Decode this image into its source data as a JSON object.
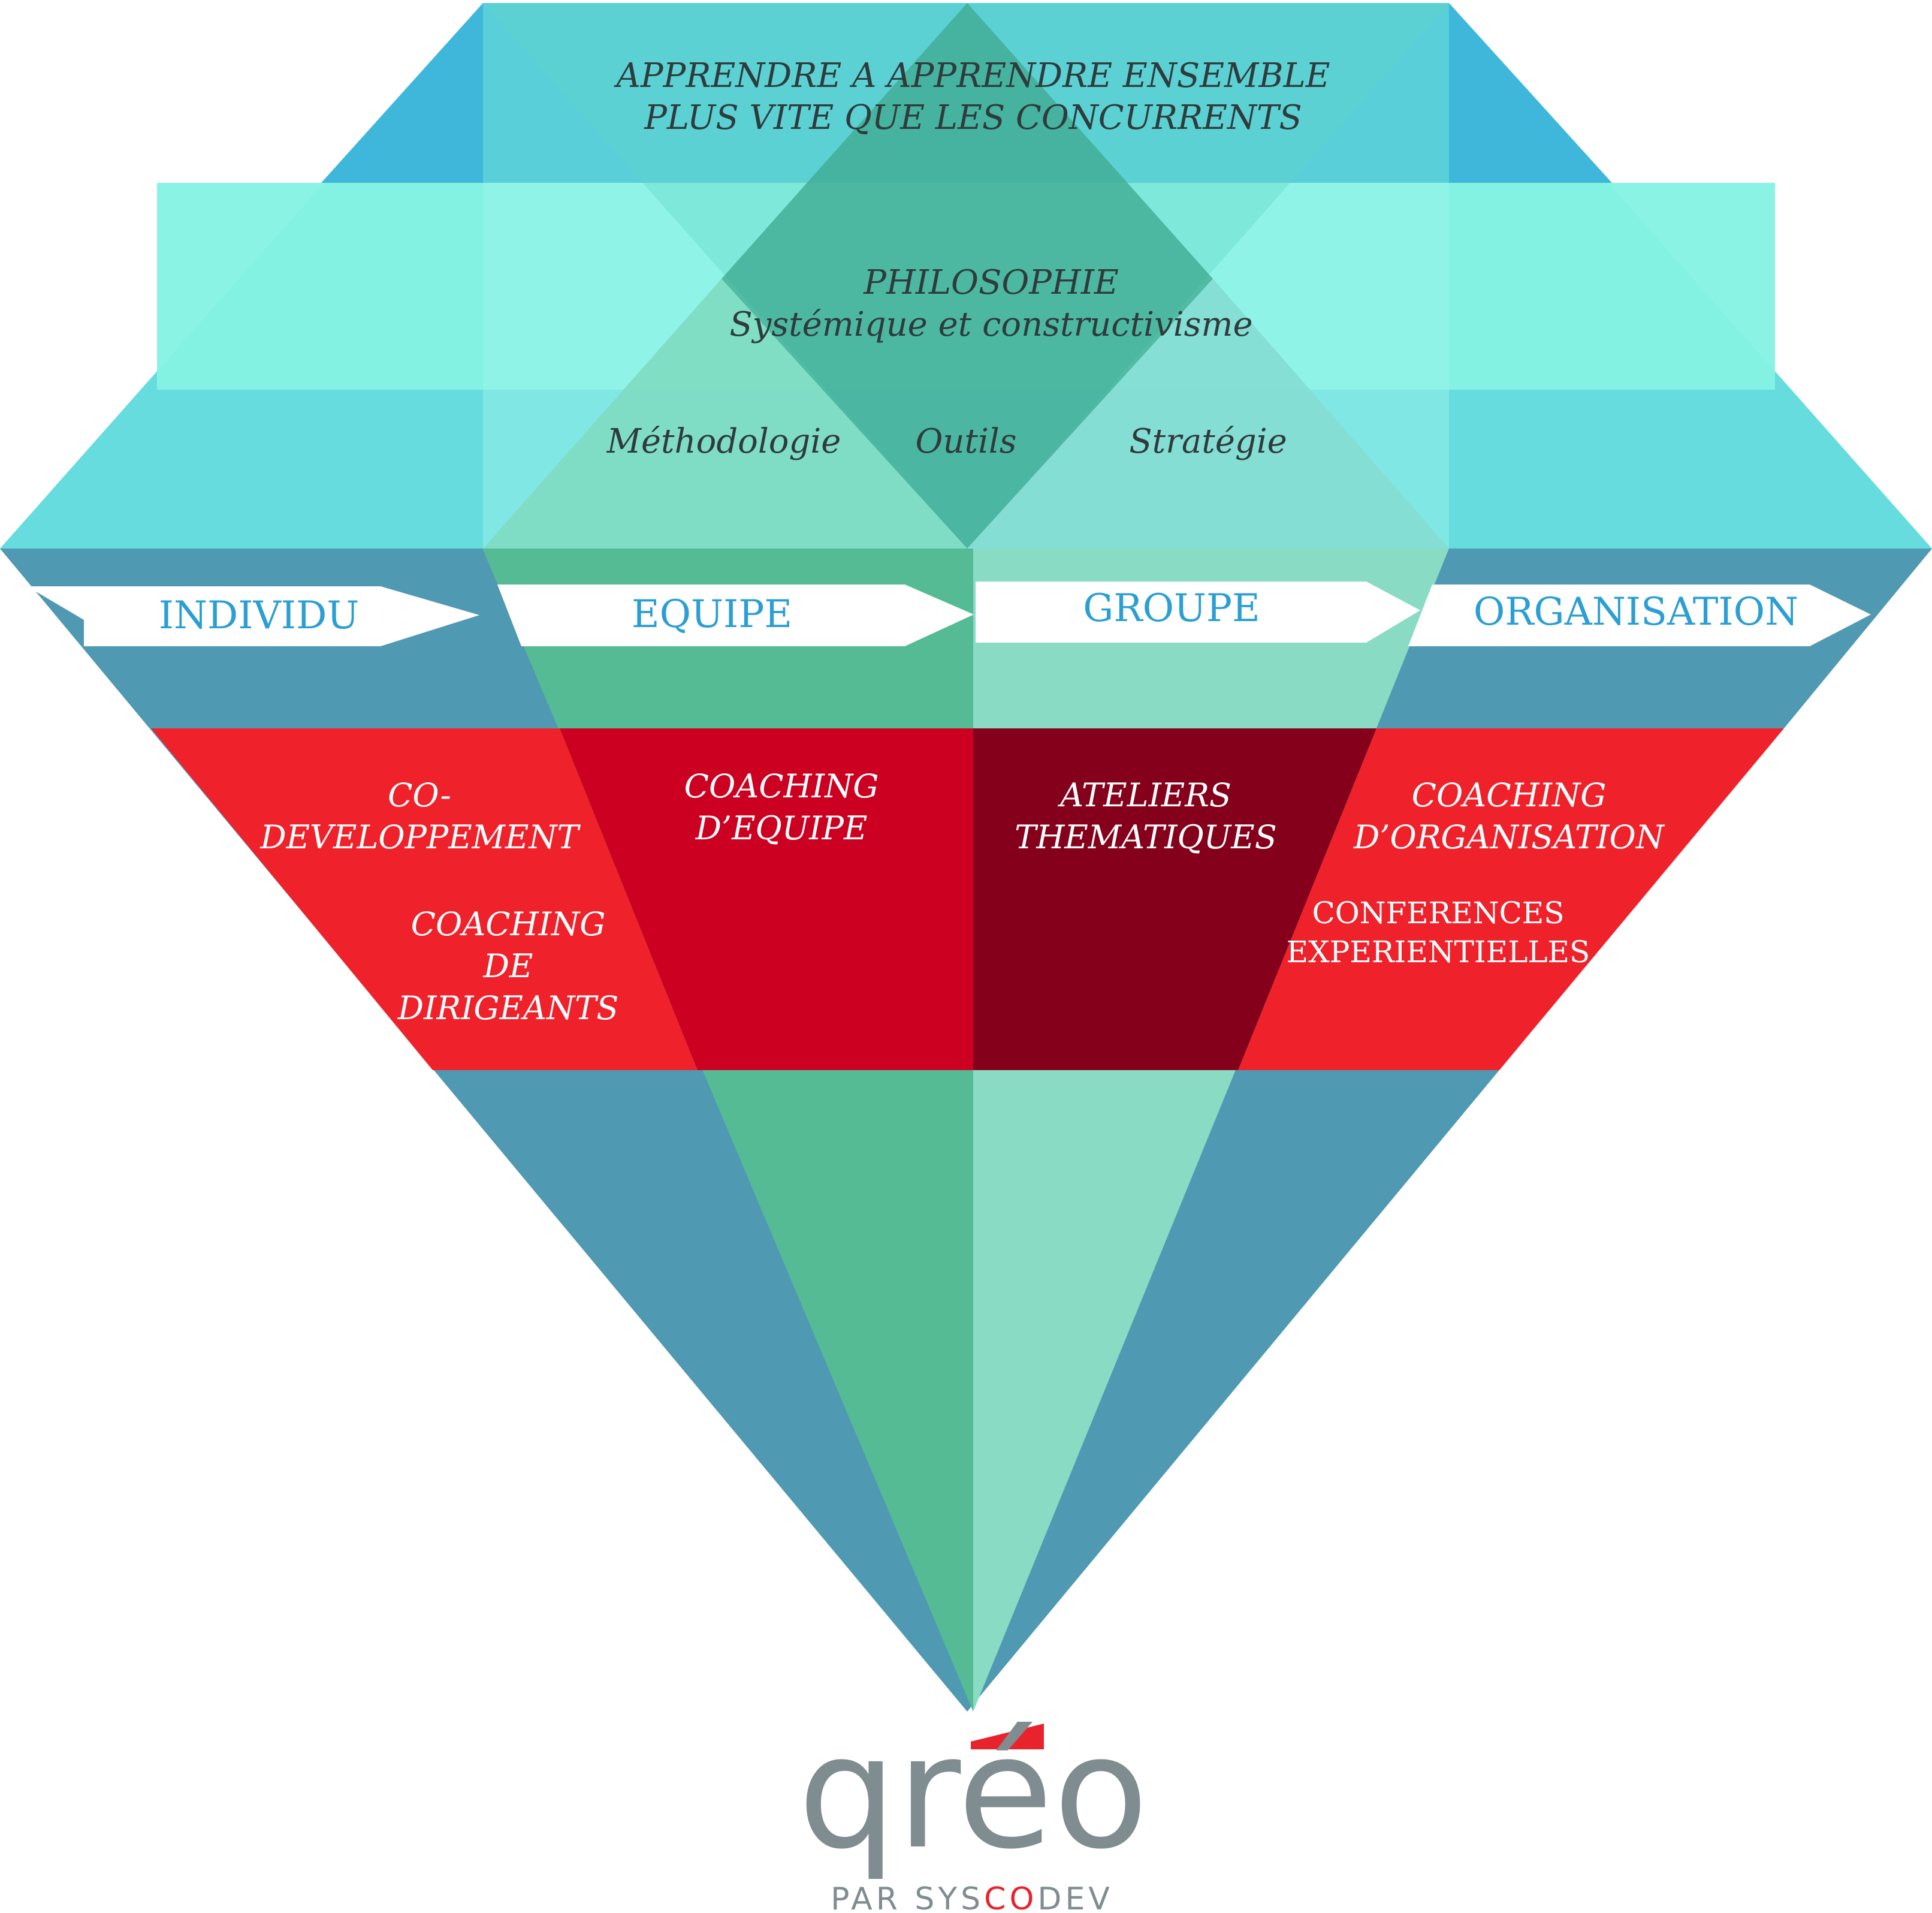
{
  "top": {
    "mission_line1": "APPRENDRE A APPRENDRE ENSEMBLE",
    "mission_line2": "PLUS VITE QUE LES CONCURRENTS",
    "philosophy_line1": "PHILOSOPHIE",
    "philosophy_line2": "Systémique et constructivisme",
    "methodology": "Méthodologie",
    "tools": "Outils",
    "strategy": "Stratégie"
  },
  "levels": [
    "INDIVIDU",
    "EQUIPE",
    "GROUPE",
    "ORGANISATION"
  ],
  "offers": {
    "individu": {
      "codev_line1": "CO-",
      "codev_line2": "DEVELOPPEMENT",
      "coaching_line1": "COACHING",
      "coaching_line2": "DE",
      "coaching_line3": "DIRIGEANTS"
    },
    "equipe": {
      "line1": "COACHING",
      "line2": "D’EQUIPE"
    },
    "groupe": {
      "line1": "ATELIERS",
      "line2": "THEMATIQUES"
    },
    "organisation": {
      "coaching_line1": "COACHING",
      "coaching_line2": "D’ORGANISATION",
      "conf_line1": "CONFERENCES",
      "conf_line2": "EXPERIENTIELLES"
    }
  },
  "logo": {
    "brand": "qréo",
    "tagline_prefix": "PAR SYS",
    "tagline_highlight": "CO",
    "tagline_suffix": "DEV"
  },
  "colors": {
    "steel_blue": "#4f99b3",
    "cyan_light": "#66dcdf",
    "mint": "#8ef5e1",
    "green": "#54bb95",
    "pale_green": "#89dbc4",
    "red": "#ef222b",
    "crimson": "#cc0021",
    "maroon": "#85001b",
    "label_blue": "#2b9fd3",
    "logo_grey": "#7f8d91"
  }
}
